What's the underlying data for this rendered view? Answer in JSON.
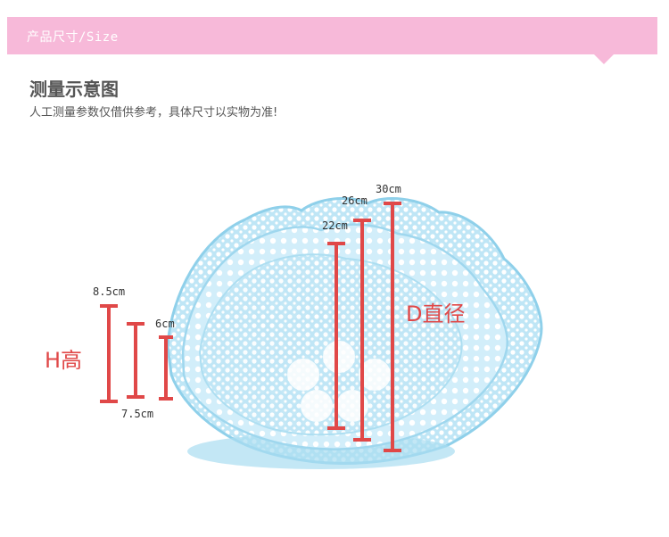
{
  "banner": {
    "title": "产品尺寸/Size"
  },
  "section": {
    "heading": "测量示意图",
    "note": "人工测量参数仅借供参考，具体尺寸以实物为准!"
  },
  "figure": {
    "height_label": "H高",
    "diameter_label": "D直径",
    "heights": [
      "8.5cm",
      "7.5cm",
      "6cm"
    ],
    "diameters": [
      "22cm",
      "26cm",
      "30cm"
    ]
  },
  "colors": {
    "banner": "#f7b9d9",
    "measure_line": "#e04848",
    "basket": "#a9ddf1"
  }
}
